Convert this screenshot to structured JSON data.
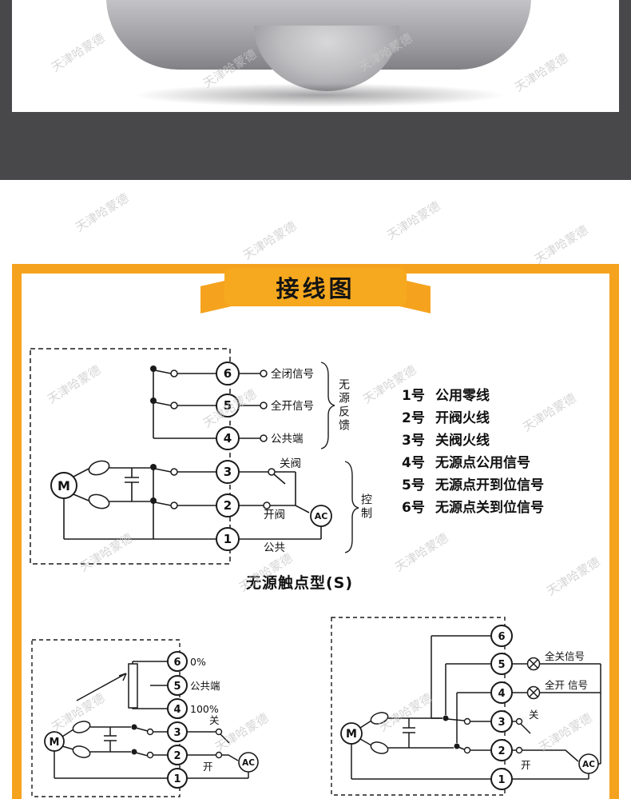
{
  "watermark": {
    "text": "天津哈蒙德"
  },
  "banner": {
    "title": "接线图"
  },
  "colors": {
    "accent_orange": "#f5a31e",
    "dark_band": "#48484b"
  },
  "diagram_s": {
    "caption": "无源触点型(S)",
    "motor_label": "M",
    "ac_label": "AC",
    "terminals": [
      "6",
      "5",
      "4",
      "3",
      "2",
      "1"
    ],
    "right_labels": {
      "t6": "全闭信号",
      "t5": "全开信号",
      "t4": "公共端",
      "t3": "关阀",
      "t2": "开阀",
      "t1": "公共"
    },
    "bracket_feedback": "无源反馈",
    "bracket_control": "控制"
  },
  "legend": {
    "items": [
      {
        "num": "1号",
        "text": "公用零线"
      },
      {
        "num": "2号",
        "text": "开阀火线"
      },
      {
        "num": "3号",
        "text": "关阀火线"
      },
      {
        "num": "4号",
        "text": "无源点公用信号"
      },
      {
        "num": "5号",
        "text": "无源点开到位信号"
      },
      {
        "num": "6号",
        "text": "无源点关到位信号"
      }
    ]
  },
  "diagram_r": {
    "motor_label": "M",
    "ac_label": "AC",
    "terminals": [
      "6",
      "5",
      "4",
      "3",
      "2",
      "1"
    ],
    "labels": {
      "t6": "0%",
      "t5": "公共端",
      "t4": "100%",
      "t3": "关",
      "t2": "开"
    }
  },
  "diagram_l": {
    "motor_label": "M",
    "ac_label": "AC",
    "terminals": [
      "6",
      "5",
      "4",
      "3",
      "2",
      "1"
    ],
    "labels": {
      "t5": "全关信号",
      "t4": "全开 信号",
      "t3": "关",
      "t2": "开"
    }
  }
}
